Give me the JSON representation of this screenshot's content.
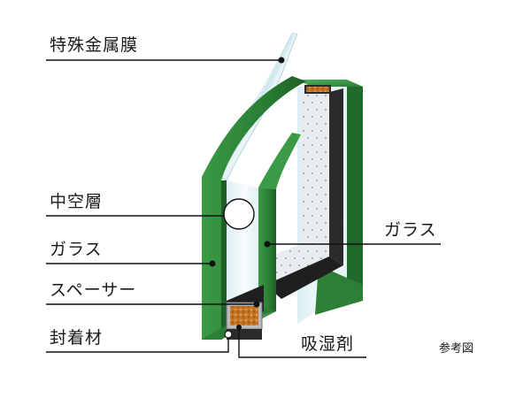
{
  "labels": {
    "special_metal_film": "特殊金属膜",
    "air_layer": "中空層",
    "glass_left": "ガラス",
    "glass_right": "ガラス",
    "spacer": "スペーサー",
    "sealant": "封着材",
    "desiccant": "吸湿剤",
    "reference": "参考図"
  },
  "colors": {
    "glass_edge": "#2f8a3a",
    "glass_edge_dark": "#1f6a2a",
    "glass_face": "#dfeff5",
    "spacer": "#b9bcbe",
    "desiccant": "#c97a2a",
    "sealant": "#2b2b2b",
    "leader": "#111111"
  }
}
